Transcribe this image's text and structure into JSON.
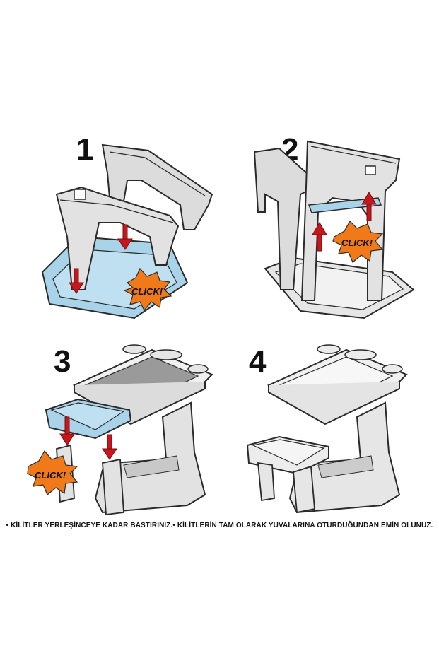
{
  "steps": [
    {
      "number": "1",
      "click_label": "CLICK!"
    },
    {
      "number": "2",
      "click_label": "CLICK!"
    },
    {
      "number": "3",
      "click_label": "CLICK!"
    },
    {
      "number": "4"
    }
  ],
  "caption": "• KİLİTLER YERLEŞİNCEYE KADAR BASTIRINIZ.• KİLİTLERİN TAM OLARAK YUVALARINA OTURDUĞUNDAN EMİN OLUNUZ.",
  "colors": {
    "outline": "#2a2a2a",
    "part_grey": "#dcdcdc",
    "part_light": "#ececec",
    "part_blue": "#a9d3e8",
    "arrow_red": "#c8171c",
    "burst_orange": "#f07a1a"
  }
}
